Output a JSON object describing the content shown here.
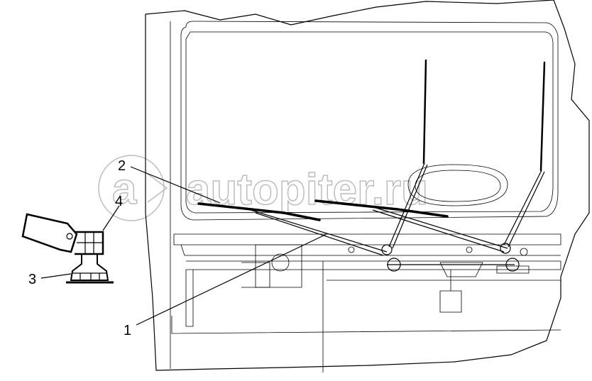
{
  "diagram": {
    "title": "Windshield wiper assembly",
    "callouts": [
      {
        "id": "1",
        "label": "1"
      },
      {
        "id": "2",
        "label": "2"
      },
      {
        "id": "3",
        "label": "3"
      },
      {
        "id": "4",
        "label": "4"
      }
    ],
    "watermark": "autopiter.ru",
    "colors": {
      "line": "#000000",
      "watermark": "#bdbdbd",
      "background": "#ffffff"
    }
  }
}
